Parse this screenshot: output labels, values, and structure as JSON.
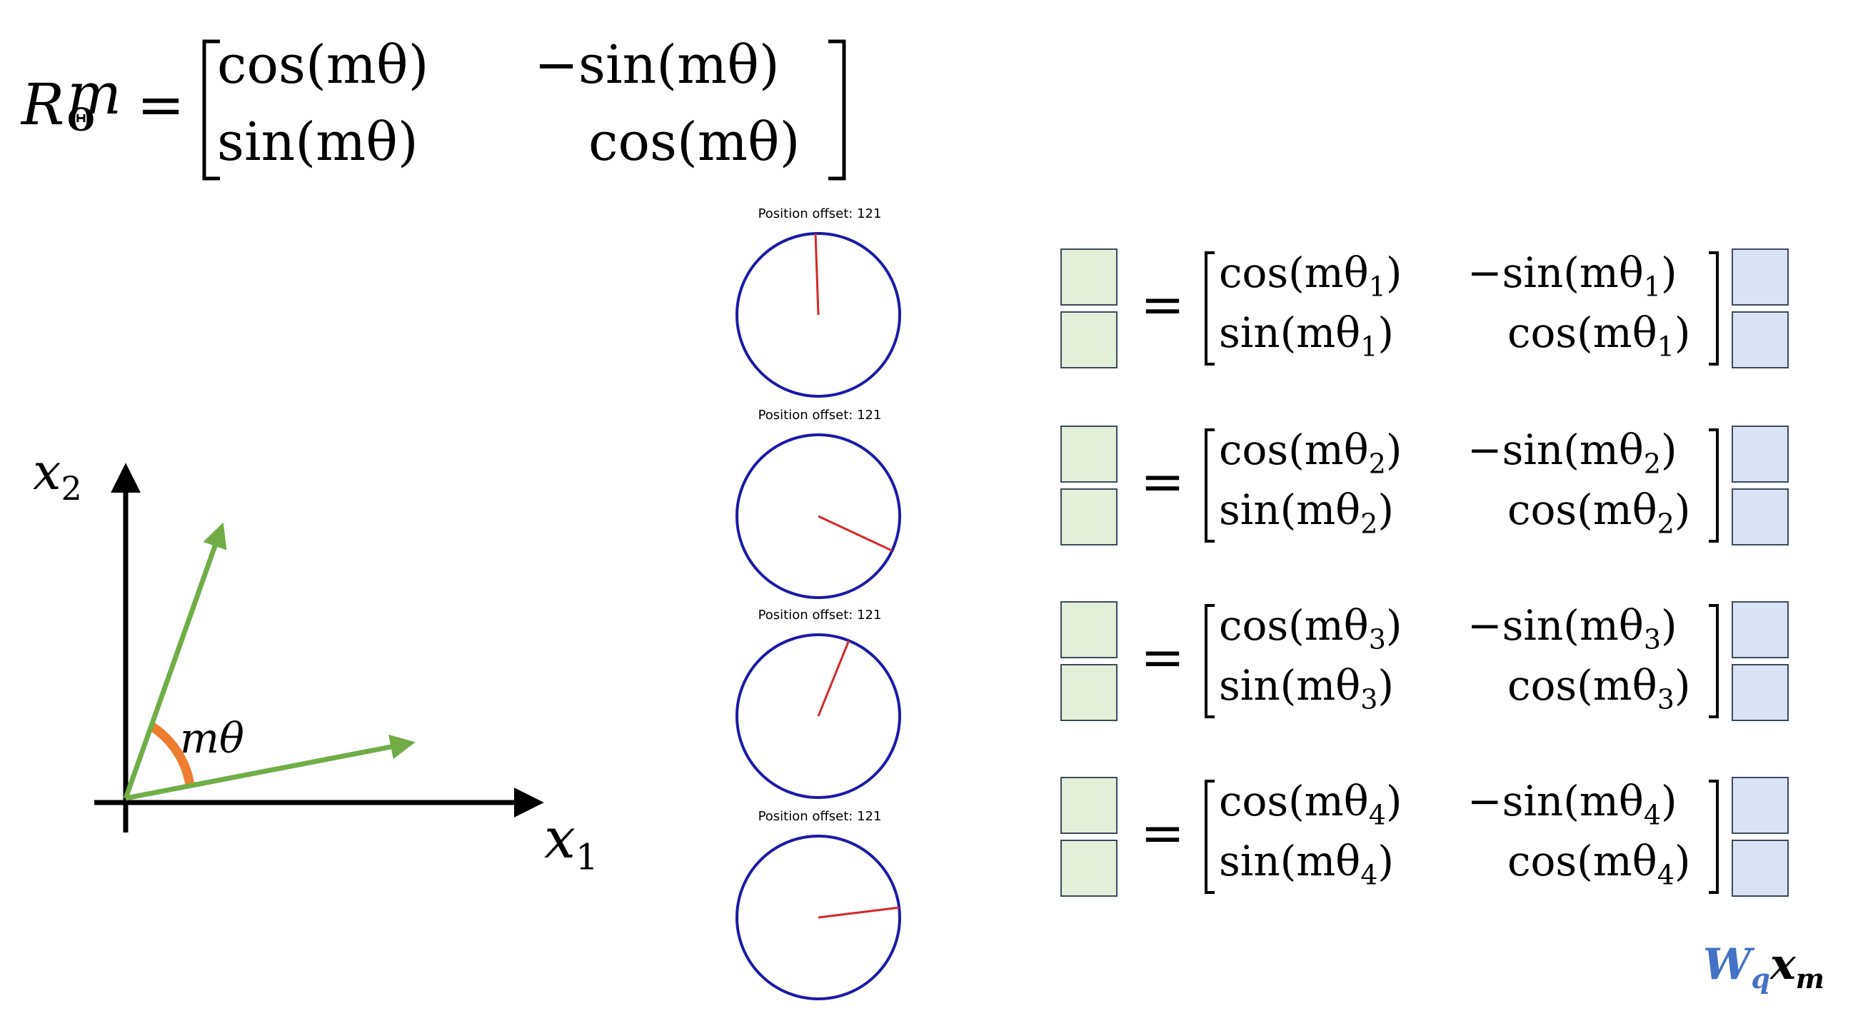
{
  "top_formula": {
    "lhs_base": "R",
    "lhs_sup": "m",
    "lhs_sub": "Θ",
    "equals": "=",
    "m11": "cos(mθ)",
    "m12": "−sin(mθ)",
    "m21": "sin(mθ)",
    "m22": "cos(mθ)"
  },
  "axes": {
    "x1_base": "x",
    "x1_sub": "1",
    "x2_base": "x",
    "x2_sub": "2",
    "angle_label": "mθ"
  },
  "colors": {
    "vector": "#70ad47",
    "angle_arc": "#ed7d31",
    "circle": "#1a1aa6",
    "needle": "#d62728",
    "green_box": "#e3efd9",
    "blue_box": "#dae3f3",
    "accent_w": "#4472c4"
  },
  "circles": [
    {
      "label": "Position offset: 121",
      "needle_angle_deg": 92
    },
    {
      "label": "Position offset: 121",
      "needle_angle_deg": -25
    },
    {
      "label": "Position offset: 121",
      "needle_angle_deg": 68
    },
    {
      "label": "Position offset: 121",
      "needle_angle_deg": 7
    }
  ],
  "equations": [
    {
      "sub": "1",
      "cos": "cos(mθ",
      "msin": "−sin(mθ",
      "sin": "sin(mθ",
      "close": ")"
    },
    {
      "sub": "2",
      "cos": "cos(mθ",
      "msin": "−sin(mθ",
      "sin": "sin(mθ",
      "close": ")"
    },
    {
      "sub": "3",
      "cos": "cos(mθ",
      "msin": "−sin(mθ",
      "sin": "sin(mθ",
      "close": ")"
    },
    {
      "sub": "4",
      "cos": "cos(mθ",
      "msin": "−sin(mθ",
      "sin": "sin(mθ",
      "close": ")"
    }
  ],
  "equals": "=",
  "footer": {
    "w": "W",
    "w_sub": "q",
    "x": "x",
    "x_sub": "m"
  }
}
